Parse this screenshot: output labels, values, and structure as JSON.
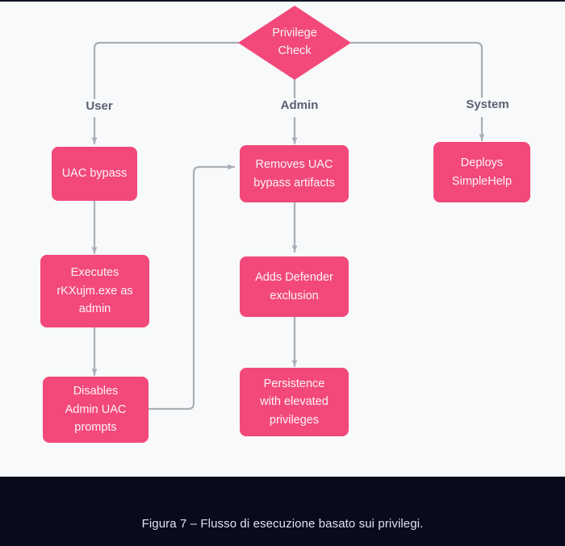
{
  "figure": {
    "caption": "Figura 7 – Flusso di esecuzione basato sui privilegi.",
    "colors": {
      "node_fill": "#f2497a",
      "node_text": "#fdf2f6",
      "connector": "#a9aeb6",
      "panel_background": "#f8f9fa",
      "page_background": "#070b1c",
      "label_text": "#5a6173",
      "caption_text": "#dfe3ef"
    },
    "decision": {
      "label_line1": "Privilege",
      "label_line2": "Check",
      "shape": "diamond"
    },
    "branch_labels": [
      {
        "name": "user",
        "label": "User"
      },
      {
        "name": "admin",
        "label": "Admin"
      },
      {
        "name": "system",
        "label": "System"
      }
    ],
    "branches": [
      {
        "name": "user",
        "label": "User",
        "steps": [
          {
            "id": "uac-bypass",
            "lines": [
              "UAC bypass"
            ]
          },
          {
            "id": "executes-rkxujm",
            "lines": [
              "Executes",
              "rKXujm.exe as",
              "admin"
            ]
          },
          {
            "id": "disables-admin-uac-prompts",
            "lines": [
              "Disables",
              "Admin UAC",
              "prompts"
            ]
          }
        ]
      },
      {
        "name": "admin",
        "label": "Admin",
        "steps": [
          {
            "id": "removes-uac-bypass-artifacts",
            "lines": [
              "Removes UAC",
              "bypass artifacts"
            ]
          },
          {
            "id": "adds-defender-exclusion",
            "lines": [
              "Adds Defender",
              "exclusion"
            ]
          },
          {
            "id": "persistence-elevated",
            "lines": [
              "Persistence",
              "with elevated",
              "privileges"
            ]
          }
        ]
      },
      {
        "name": "system",
        "label": "System",
        "steps": [
          {
            "id": "deploys-simplehelp",
            "lines": [
              "Deploys",
              "SimpleHelp"
            ]
          }
        ]
      }
    ],
    "nodes": {
      "uac_bypass": "UAC bypass",
      "executes_l1": "Executes",
      "executes_l2": "rKXujm.exe as",
      "executes_l3": "admin",
      "disables_l1": "Disables",
      "disables_l2": "Admin UAC",
      "disables_l3": "prompts",
      "removes_l1": "Removes UAC",
      "removes_l2": "bypass artifacts",
      "adds_l1": "Adds Defender",
      "adds_l2": "exclusion",
      "persistence_l1": "Persistence",
      "persistence_l2": "with elevated",
      "persistence_l3": "privileges",
      "deploys_l1": "Deploys",
      "deploys_l2": "SimpleHelp"
    },
    "connections": [
      {
        "from": "privilege-check",
        "to": "uac-bypass",
        "label": "User"
      },
      {
        "from": "privilege-check",
        "to": "removes-uac-bypass-artifacts",
        "label": "Admin"
      },
      {
        "from": "privilege-check",
        "to": "deploys-simplehelp",
        "label": "System"
      },
      {
        "from": "uac-bypass",
        "to": "executes-rkxujm",
        "label": ""
      },
      {
        "from": "executes-rkxujm",
        "to": "disables-admin-uac-prompts",
        "label": ""
      },
      {
        "from": "disables-admin-uac-prompts",
        "to": "removes-uac-bypass-artifacts",
        "label": ""
      },
      {
        "from": "removes-uac-bypass-artifacts",
        "to": "adds-defender-exclusion",
        "label": ""
      },
      {
        "from": "adds-defender-exclusion",
        "to": "persistence-elevated",
        "label": ""
      }
    ]
  }
}
